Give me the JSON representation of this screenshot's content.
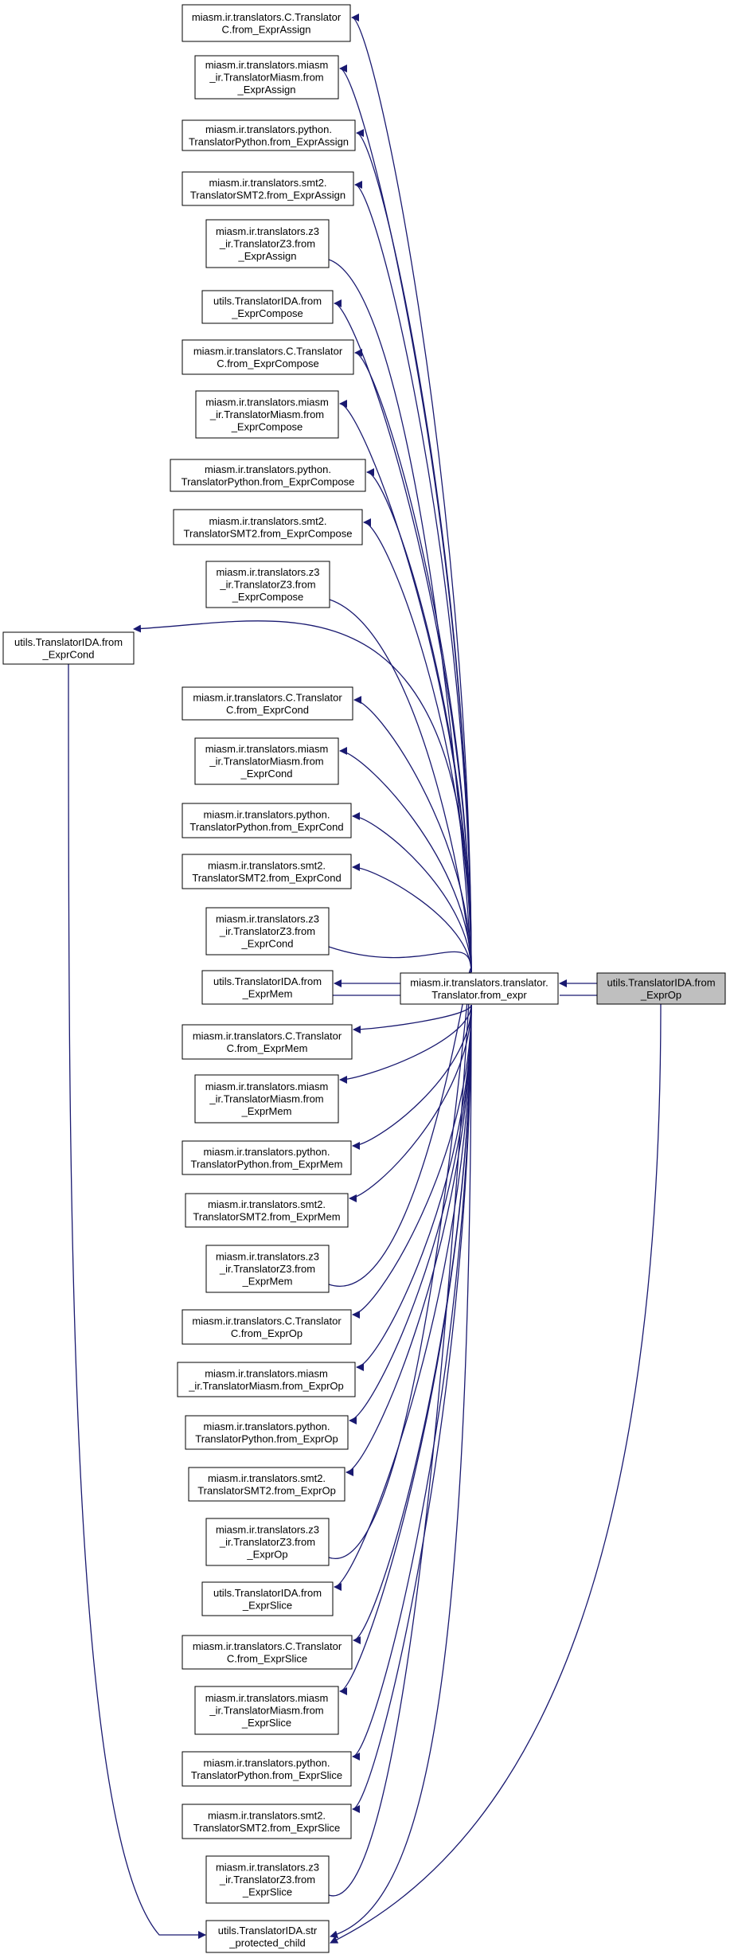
{
  "diagram": {
    "type": "doxygen-caller-graph",
    "edge_color": "#191970",
    "root_fill": "#bfbfbf",
    "hub": "miasm.ir.translators.translator.\nTranslator.from_expr",
    "root": "utils.TranslatorIDA.from\n_ExprOp",
    "nodes": [
      {
        "id": "n_c_assign",
        "label": "miasm.ir.translators.C.Translator\nC.from_ExprAssign"
      },
      {
        "id": "n_miasm_assign",
        "label": "miasm.ir.translators.miasm\n_ir.TranslatorMiasm.from\n_ExprAssign"
      },
      {
        "id": "n_py_assign",
        "label": "miasm.ir.translators.python.\nTranslatorPython.from_ExprAssign"
      },
      {
        "id": "n_smt_assign",
        "label": "miasm.ir.translators.smt2.\nTranslatorSMT2.from_ExprAssign"
      },
      {
        "id": "n_z3_assign",
        "label": "miasm.ir.translators.z3\n_ir.TranslatorZ3.from\n_ExprAssign"
      },
      {
        "id": "n_ida_compose",
        "label": "utils.TranslatorIDA.from\n_ExprCompose"
      },
      {
        "id": "n_c_compose",
        "label": "miasm.ir.translators.C.Translator\nC.from_ExprCompose"
      },
      {
        "id": "n_miasm_compose",
        "label": "miasm.ir.translators.miasm\n_ir.TranslatorMiasm.from\n_ExprCompose"
      },
      {
        "id": "n_py_compose",
        "label": "miasm.ir.translators.python.\nTranslatorPython.from_ExprCompose"
      },
      {
        "id": "n_smt_compose",
        "label": "miasm.ir.translators.smt2.\nTranslatorSMT2.from_ExprCompose"
      },
      {
        "id": "n_z3_compose",
        "label": "miasm.ir.translators.z3\n_ir.TranslatorZ3.from\n_ExprCompose"
      },
      {
        "id": "n_ida_cond",
        "label": "utils.TranslatorIDA.from\n_ExprCond"
      },
      {
        "id": "n_c_cond",
        "label": "miasm.ir.translators.C.Translator\nC.from_ExprCond"
      },
      {
        "id": "n_miasm_cond",
        "label": "miasm.ir.translators.miasm\n_ir.TranslatorMiasm.from\n_ExprCond"
      },
      {
        "id": "n_py_cond",
        "label": "miasm.ir.translators.python.\nTranslatorPython.from_ExprCond"
      },
      {
        "id": "n_smt_cond",
        "label": "miasm.ir.translators.smt2.\nTranslatorSMT2.from_ExprCond"
      },
      {
        "id": "n_z3_cond",
        "label": "miasm.ir.translators.z3\n_ir.TranslatorZ3.from\n_ExprCond"
      },
      {
        "id": "n_ida_mem",
        "label": "utils.TranslatorIDA.from\n_ExprMem"
      },
      {
        "id": "n_hub",
        "label": "miasm.ir.translators.translator.\nTranslator.from_expr"
      },
      {
        "id": "n_root",
        "label": "utils.TranslatorIDA.from\n_ExprOp"
      },
      {
        "id": "n_c_mem",
        "label": "miasm.ir.translators.C.Translator\nC.from_ExprMem"
      },
      {
        "id": "n_miasm_mem",
        "label": "miasm.ir.translators.miasm\n_ir.TranslatorMiasm.from\n_ExprMem"
      },
      {
        "id": "n_py_mem",
        "label": "miasm.ir.translators.python.\nTranslatorPython.from_ExprMem"
      },
      {
        "id": "n_smt_mem",
        "label": "miasm.ir.translators.smt2.\nTranslatorSMT2.from_ExprMem"
      },
      {
        "id": "n_z3_mem",
        "label": "miasm.ir.translators.z3\n_ir.TranslatorZ3.from\n_ExprMem"
      },
      {
        "id": "n_c_op",
        "label": "miasm.ir.translators.C.Translator\nC.from_ExprOp"
      },
      {
        "id": "n_miasm_op",
        "label": "miasm.ir.translators.miasm\n_ir.TranslatorMiasm.from_ExprOp"
      },
      {
        "id": "n_py_op",
        "label": "miasm.ir.translators.python.\nTranslatorPython.from_ExprOp"
      },
      {
        "id": "n_smt_op",
        "label": "miasm.ir.translators.smt2.\nTranslatorSMT2.from_ExprOp"
      },
      {
        "id": "n_z3_op",
        "label": "miasm.ir.translators.z3\n_ir.TranslatorZ3.from\n_ExprOp"
      },
      {
        "id": "n_ida_slice",
        "label": "utils.TranslatorIDA.from\n_ExprSlice"
      },
      {
        "id": "n_c_slice",
        "label": "miasm.ir.translators.C.Translator\nC.from_ExprSlice"
      },
      {
        "id": "n_miasm_slice",
        "label": "miasm.ir.translators.miasm\n_ir.TranslatorMiasm.from\n_ExprSlice"
      },
      {
        "id": "n_py_slice",
        "label": "miasm.ir.translators.python.\nTranslatorPython.from_ExprSlice"
      },
      {
        "id": "n_smt_slice",
        "label": "miasm.ir.translators.smt2.\nTranslatorSMT2.from_ExprSlice"
      },
      {
        "id": "n_z3_slice",
        "label": "miasm.ir.translators.z3\n_ir.TranslatorZ3.from\n_ExprSlice"
      },
      {
        "id": "n_str",
        "label": "utils.TranslatorIDA.str\n_protected_child"
      }
    ]
  }
}
